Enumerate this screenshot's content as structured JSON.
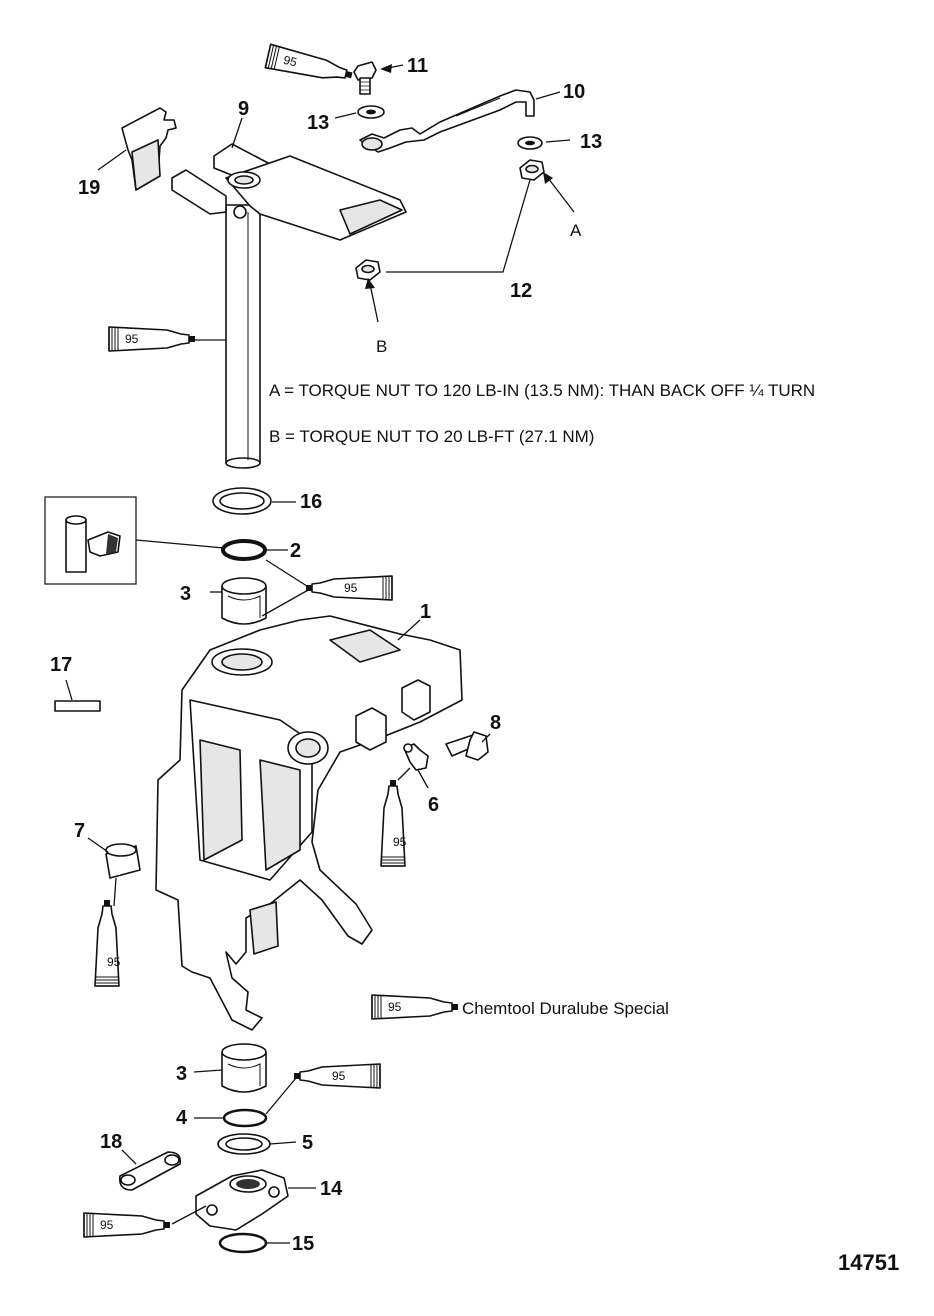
{
  "callouts": [
    {
      "id": "c1",
      "text": "1"
    },
    {
      "id": "c2",
      "text": "2"
    },
    {
      "id": "c3a",
      "text": "3"
    },
    {
      "id": "c3b",
      "text": "3"
    },
    {
      "id": "c4",
      "text": "4"
    },
    {
      "id": "c5",
      "text": "5"
    },
    {
      "id": "c6",
      "text": "6"
    },
    {
      "id": "c7",
      "text": "7"
    },
    {
      "id": "c8",
      "text": "8"
    },
    {
      "id": "c9",
      "text": "9"
    },
    {
      "id": "c10",
      "text": "10"
    },
    {
      "id": "c11",
      "text": "11"
    },
    {
      "id": "c12",
      "text": "12"
    },
    {
      "id": "c13a",
      "text": "13"
    },
    {
      "id": "c13b",
      "text": "13"
    },
    {
      "id": "c14",
      "text": "14"
    },
    {
      "id": "c15",
      "text": "15"
    },
    {
      "id": "c16",
      "text": "16"
    },
    {
      "id": "c17",
      "text": "17"
    },
    {
      "id": "c18",
      "text": "18"
    },
    {
      "id": "c19",
      "text": "19"
    }
  ],
  "letters": {
    "a": "A",
    "b": "B"
  },
  "notes": {
    "a": "A = TORQUE  NUT TO 120 LB-IN (13.5 NM): THAN BACK OFF ¼ TURN",
    "b": "B = TORQUE NUT TO 20 LB-FT (27.1 NM)"
  },
  "tube_label": "95",
  "legend": {
    "tube": "95",
    "text": "Chemtool Duralube Special"
  },
  "figure_id": "14751"
}
